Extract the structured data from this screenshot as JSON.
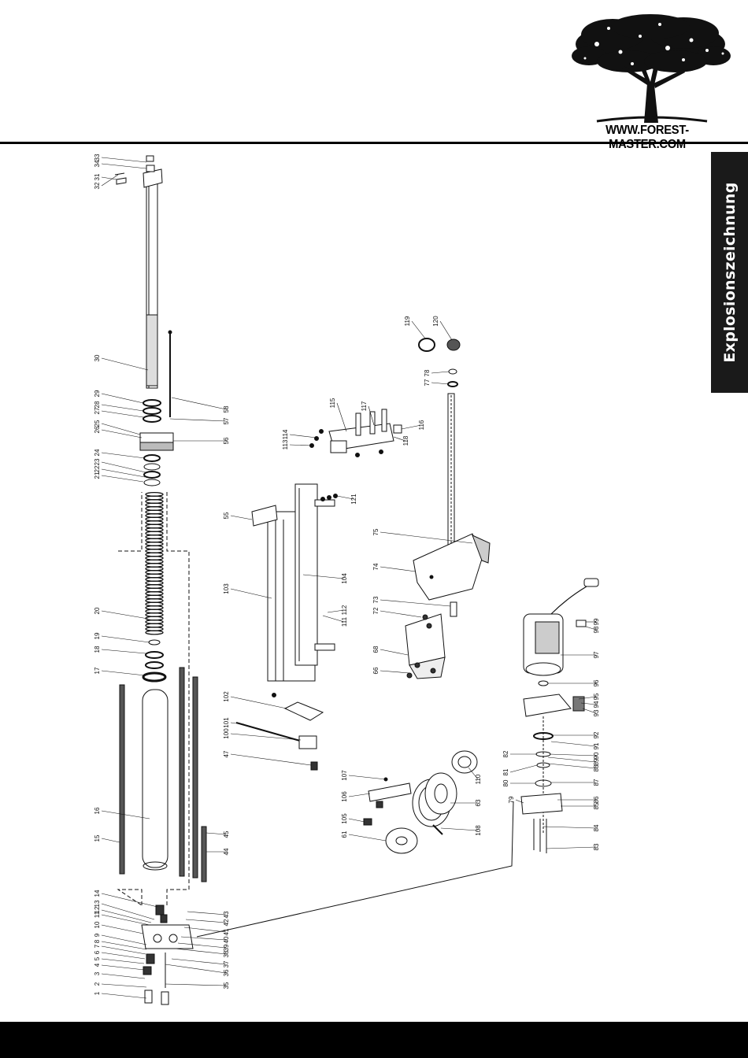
{
  "header": {
    "website": "WWW.FOREST-MASTER.COM",
    "logo_icon": "oak-tree-logo"
  },
  "side_tab": {
    "label": "Explosionszeichnung"
  },
  "diagram": {
    "type": "exploded-parts-drawing",
    "labels": [
      {
        "id": "l1",
        "text": "1"
      },
      {
        "id": "l2",
        "text": "2"
      },
      {
        "id": "l3",
        "text": "3"
      },
      {
        "id": "l4",
        "text": "4"
      },
      {
        "id": "l5",
        "text": "5"
      },
      {
        "id": "l6",
        "text": "6"
      },
      {
        "id": "l7",
        "text": "7"
      },
      {
        "id": "l8",
        "text": "8"
      },
      {
        "id": "l9",
        "text": "9"
      },
      {
        "id": "l10",
        "text": "10"
      },
      {
        "id": "l11",
        "text": "11"
      },
      {
        "id": "l12",
        "text": "12"
      },
      {
        "id": "l13",
        "text": "13"
      },
      {
        "id": "l14",
        "text": "14"
      },
      {
        "id": "l15",
        "text": "15"
      },
      {
        "id": "l16",
        "text": "16"
      },
      {
        "id": "l17",
        "text": "17"
      },
      {
        "id": "l18",
        "text": "18"
      },
      {
        "id": "l19",
        "text": "19"
      },
      {
        "id": "l20",
        "text": "20"
      },
      {
        "id": "l21",
        "text": "21"
      },
      {
        "id": "l22",
        "text": "22"
      },
      {
        "id": "l23",
        "text": "23"
      },
      {
        "id": "l24",
        "text": "24"
      },
      {
        "id": "l25",
        "text": "25"
      },
      {
        "id": "l26",
        "text": "26"
      },
      {
        "id": "l27",
        "text": "27"
      },
      {
        "id": "l28",
        "text": "28"
      },
      {
        "id": "l29",
        "text": "29"
      },
      {
        "id": "l30",
        "text": "30"
      },
      {
        "id": "l31",
        "text": "31"
      },
      {
        "id": "l32",
        "text": "32"
      },
      {
        "id": "l33",
        "text": "33"
      },
      {
        "id": "l34",
        "text": "34"
      },
      {
        "id": "l35",
        "text": "35"
      },
      {
        "id": "l36",
        "text": "36"
      },
      {
        "id": "l37",
        "text": "37"
      },
      {
        "id": "l38",
        "text": "38"
      },
      {
        "id": "l39",
        "text": "39"
      },
      {
        "id": "l40",
        "text": "40"
      },
      {
        "id": "l41",
        "text": "41"
      },
      {
        "id": "l42",
        "text": "42"
      },
      {
        "id": "l43",
        "text": "43"
      },
      {
        "id": "l44",
        "text": "44"
      },
      {
        "id": "l45",
        "text": "45"
      },
      {
        "id": "l47",
        "text": "47"
      },
      {
        "id": "l55",
        "text": "55"
      },
      {
        "id": "l56",
        "text": "56"
      },
      {
        "id": "l57",
        "text": "57"
      },
      {
        "id": "l58",
        "text": "58"
      },
      {
        "id": "l61",
        "text": "61"
      },
      {
        "id": "l63",
        "text": "63"
      },
      {
        "id": "l66",
        "text": "66"
      },
      {
        "id": "l68",
        "text": "68"
      },
      {
        "id": "l72",
        "text": "72"
      },
      {
        "id": "l73",
        "text": "73"
      },
      {
        "id": "l74",
        "text": "74"
      },
      {
        "id": "l75",
        "text": "75"
      },
      {
        "id": "l77",
        "text": "77"
      },
      {
        "id": "l78",
        "text": "78"
      },
      {
        "id": "l79",
        "text": "79"
      },
      {
        "id": "l80",
        "text": "80"
      },
      {
        "id": "l81",
        "text": "81"
      },
      {
        "id": "l82",
        "text": "82"
      },
      {
        "id": "l83",
        "text": "83"
      },
      {
        "id": "l84",
        "text": "84"
      },
      {
        "id": "l85",
        "text": "85"
      },
      {
        "id": "l86",
        "text": "86"
      },
      {
        "id": "l87",
        "text": "87"
      },
      {
        "id": "l88",
        "text": "88"
      },
      {
        "id": "l89",
        "text": "89"
      },
      {
        "id": "l90",
        "text": "90"
      },
      {
        "id": "l91",
        "text": "91"
      },
      {
        "id": "l92",
        "text": "92"
      },
      {
        "id": "l93",
        "text": "93"
      },
      {
        "id": "l94",
        "text": "94"
      },
      {
        "id": "l95",
        "text": "95"
      },
      {
        "id": "l96",
        "text": "96"
      },
      {
        "id": "l97",
        "text": "97"
      },
      {
        "id": "l98",
        "text": "98"
      },
      {
        "id": "l99",
        "text": "99"
      },
      {
        "id": "l100",
        "text": "100"
      },
      {
        "id": "l101",
        "text": "101"
      },
      {
        "id": "l102",
        "text": "102"
      },
      {
        "id": "l103",
        "text": "103"
      },
      {
        "id": "l104",
        "text": "104"
      },
      {
        "id": "l105",
        "text": "105"
      },
      {
        "id": "l106",
        "text": "106"
      },
      {
        "id": "l107",
        "text": "107"
      },
      {
        "id": "l108",
        "text": "108"
      },
      {
        "id": "l110",
        "text": "110"
      },
      {
        "id": "l111",
        "text": "111"
      },
      {
        "id": "l112",
        "text": "112"
      },
      {
        "id": "l113",
        "text": "113"
      },
      {
        "id": "l114",
        "text": "114"
      },
      {
        "id": "l115",
        "text": "115"
      },
      {
        "id": "l116",
        "text": "116"
      },
      {
        "id": "l117",
        "text": "117"
      },
      {
        "id": "l118",
        "text": "118"
      },
      {
        "id": "l119",
        "text": "119"
      },
      {
        "id": "l120",
        "text": "120"
      },
      {
        "id": "l121",
        "text": "121"
      }
    ]
  },
  "colors": {
    "ink": "#111111",
    "tab_bg": "#1a1a1a",
    "tab_text": "#ffffff",
    "footer": "#000000"
  }
}
